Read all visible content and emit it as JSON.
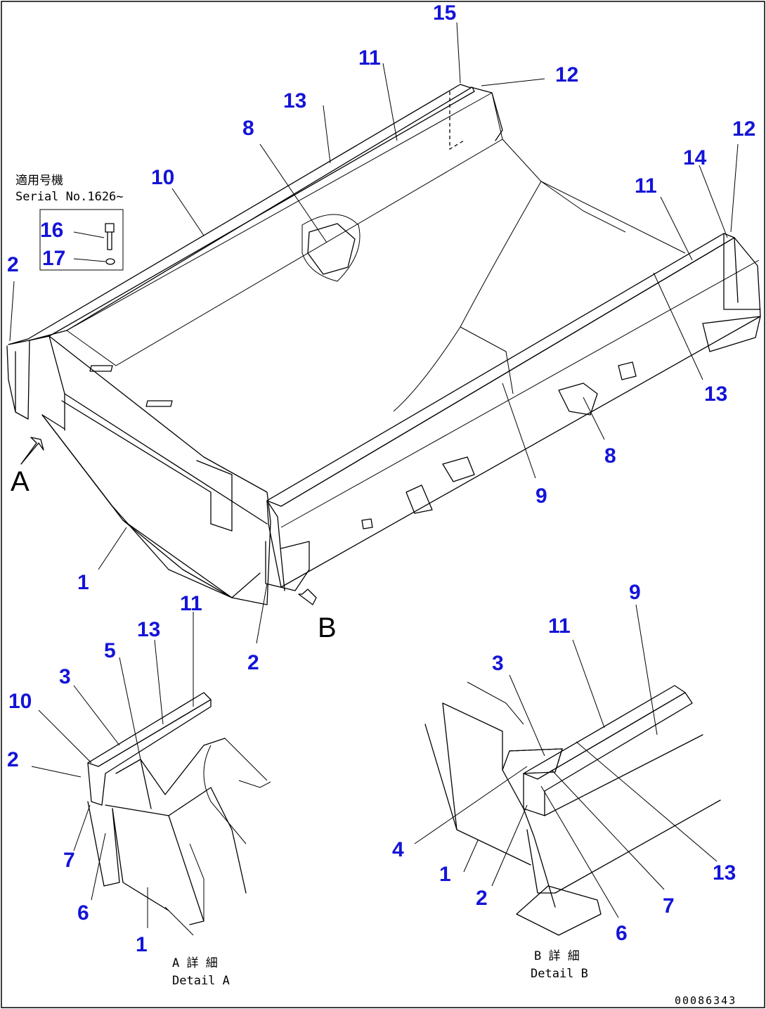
{
  "serial_note": {
    "line1": "適用号機",
    "line2": "Serial No.1626~"
  },
  "view_letters": {
    "a": "A",
    "b": "B"
  },
  "detail_a": {
    "jp": "A 詳 細",
    "en": "Detail A"
  },
  "detail_b": {
    "jp": "B 詳 細",
    "en": "Detail B"
  },
  "document_number": "00086343",
  "callouts": {
    "main": [
      "15",
      "11",
      "12",
      "13",
      "8",
      "10",
      "12",
      "14",
      "11",
      "16",
      "17",
      "2",
      "13",
      "8",
      "9",
      "1",
      "2"
    ],
    "detail_a": [
      "11",
      "13",
      "5",
      "3",
      "10",
      "2",
      "7",
      "6",
      "1"
    ],
    "detail_b": [
      "9",
      "11",
      "3",
      "4",
      "1",
      "2",
      "13",
      "7",
      "6"
    ]
  },
  "colors": {
    "callout": "#1414d8",
    "lines": "#000000"
  }
}
